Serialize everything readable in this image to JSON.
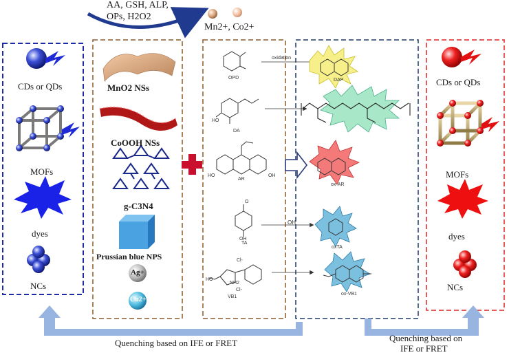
{
  "top": {
    "reagents": [
      "AA, GSH, ALP,",
      "OPs, H2O2"
    ],
    "ions": "Mn2+, Co2+"
  },
  "left_panel": {
    "items": [
      "CDs or QDs",
      "MOFs",
      "dyes",
      "NCs"
    ]
  },
  "materials_panel": {
    "items": [
      "MnO2 NSs",
      "CoOOH NSs",
      "g-C3N4",
      "Prussian blue NPS",
      "Ag+",
      "Cu2+"
    ]
  },
  "substrates_panel": {
    "oxidation_label": "oxidation",
    "substrates": [
      "OPD",
      "DA",
      "AR",
      "TA",
      "VB1"
    ],
    "ion_labels": [
      "Cl-",
      "Cl-",
      "NH2",
      "OH",
      "HO",
      "HO",
      "HO",
      "O",
      "OH"
    ]
  },
  "products_panel": {
    "products": [
      "DAP",
      "ox-AR",
      "oxTA",
      "ox-VB1"
    ],
    "oh_label": "OH"
  },
  "right_panel": {
    "items": [
      "CDs or QDs",
      "MOFs",
      "dyes",
      "NCs"
    ]
  },
  "bottom": {
    "left_caption": "Quenching based on IFE or FRET",
    "right_caption_line1": "Quenching based on",
    "right_caption_line2": "IFE or FRET"
  },
  "colors": {
    "left_border": "#1f2aa8",
    "material_border": "#8b5a2b",
    "substrate_border": "#8b5a2b",
    "product_border": "#1f3a66",
    "right_border": "#e02020",
    "arrow": "#98b4e0",
    "plus": "#c8102e"
  }
}
